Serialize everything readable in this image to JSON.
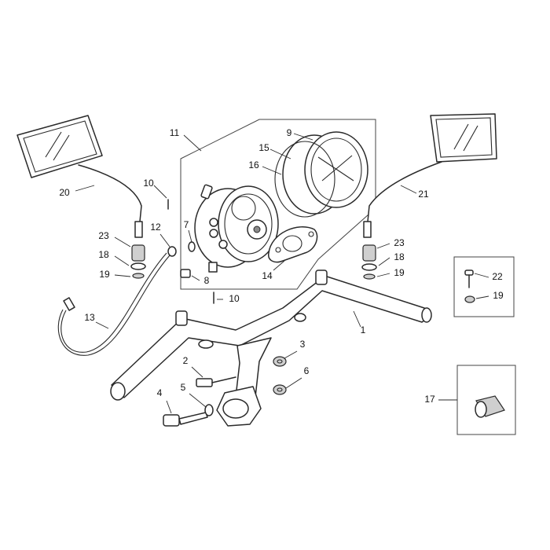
{
  "callouts": {
    "c1": "1",
    "c2": "2",
    "c3": "3",
    "c4": "4",
    "c5": "5",
    "c6": "6",
    "c7": "7",
    "c8": "8",
    "c9": "9",
    "c10a": "10",
    "c10b": "10",
    "c11": "11",
    "c12": "12",
    "c13": "13",
    "c14": "14",
    "c15": "15",
    "c16": "16",
    "c17": "17",
    "c18a": "18",
    "c18b": "18",
    "c19a": "19",
    "c19b": "19",
    "c19c": "19",
    "c20": "20",
    "c21": "21",
    "c22": "22",
    "c23a": "23",
    "c23b": "23"
  }
}
